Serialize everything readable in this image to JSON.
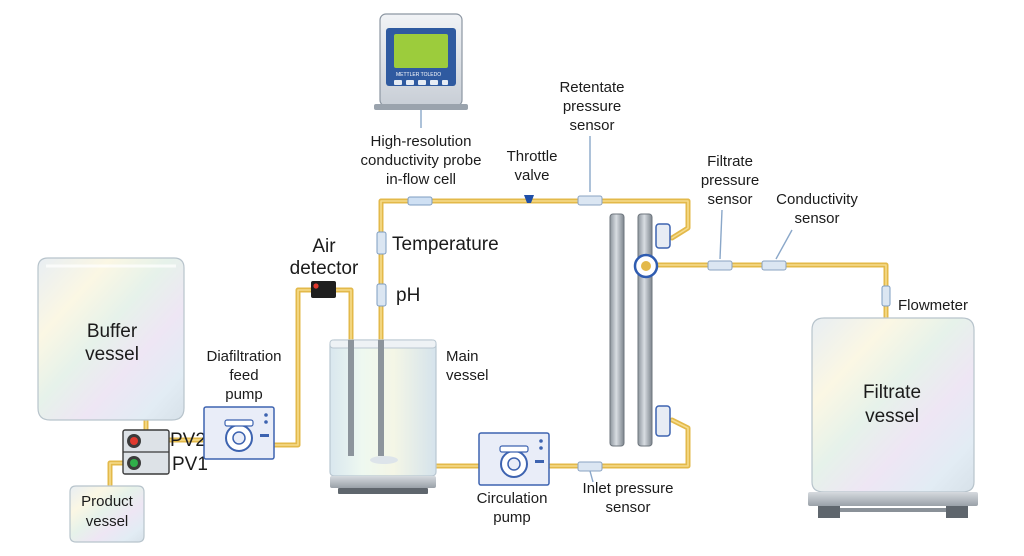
{
  "labels": {
    "conductivity_probe": [
      "High-resolution",
      "conductivity probe",
      "in-flow cell"
    ],
    "retentate_sensor": [
      "Retentate",
      "pressure",
      "sensor"
    ],
    "throttle_valve": [
      "Throttle",
      "valve"
    ],
    "filtrate_pressure_sensor": [
      "Filtrate",
      "pressure",
      "sensor"
    ],
    "conductivity_sensor": [
      "Conductivity",
      "sensor"
    ],
    "air_detector": [
      "Air",
      "detector"
    ],
    "temperature": "Temperature",
    "ph": "pH",
    "flowmeter": "Flowmeter",
    "buffer_vessel": [
      "Buffer",
      "vessel"
    ],
    "diafiltration_pump": [
      "Diafiltration",
      "feed",
      "pump"
    ],
    "main_vessel": [
      "Main",
      "vessel"
    ],
    "filtrate_vessel": [
      "Filtrate",
      "vessel"
    ],
    "pv2": "PV2",
    "pv1": "PV1",
    "product_vessel": [
      "Product",
      "vessel"
    ],
    "circulation_pump": [
      "Circulation",
      "pump"
    ],
    "inlet_pressure_sensor": [
      "Inlet pressure",
      "sensor"
    ]
  },
  "device": {
    "brand": "METTLER TOLEDO"
  },
  "colors": {
    "tubing": "#e3b94a",
    "vessel_tint": "#dfe9f0",
    "pump_housing": "#e9edf8",
    "valve_red": "#e03a2f",
    "valve_green": "#2fae4a",
    "display_green": "#9ccc3c"
  }
}
